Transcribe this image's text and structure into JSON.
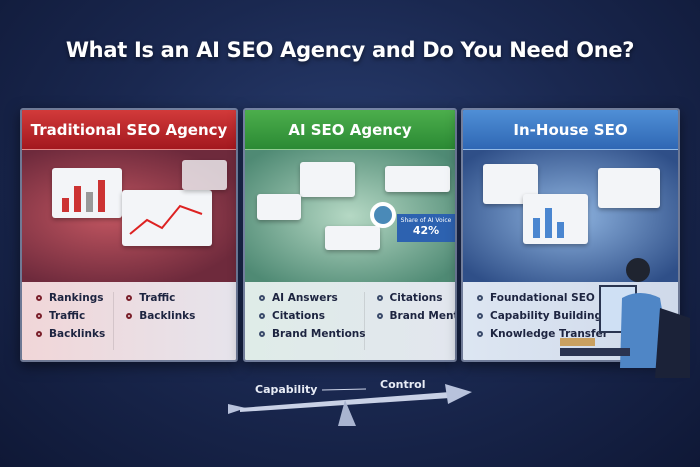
{
  "title": "What Is an AI SEO Agency and Do You Need One?",
  "cards": [
    {
      "heading": "Traditional SEO Agency",
      "col1": [
        "Rankings",
        "Traffic",
        "Backlinks"
      ],
      "col2": [
        "Traffic",
        "Backlinks"
      ]
    },
    {
      "heading": "AI SEO Agency",
      "col1": [
        "AI Answers",
        "Citations",
        "Brand Mentions"
      ],
      "col2": [
        "Citations",
        "Brand Mentions"
      ],
      "badge_label": "Share of AI Voice",
      "badge_value": "42%"
    },
    {
      "heading": "In-House SEO",
      "col1": [
        "Foundational SEO",
        "Capability Building",
        "Knowledge Transfer"
      ]
    }
  ],
  "balance": {
    "left": "Capability",
    "right": "Control"
  },
  "colors": {
    "traditional": "#b8262c",
    "ai": "#3a9a3e",
    "inhouse": "#3a78c2"
  }
}
